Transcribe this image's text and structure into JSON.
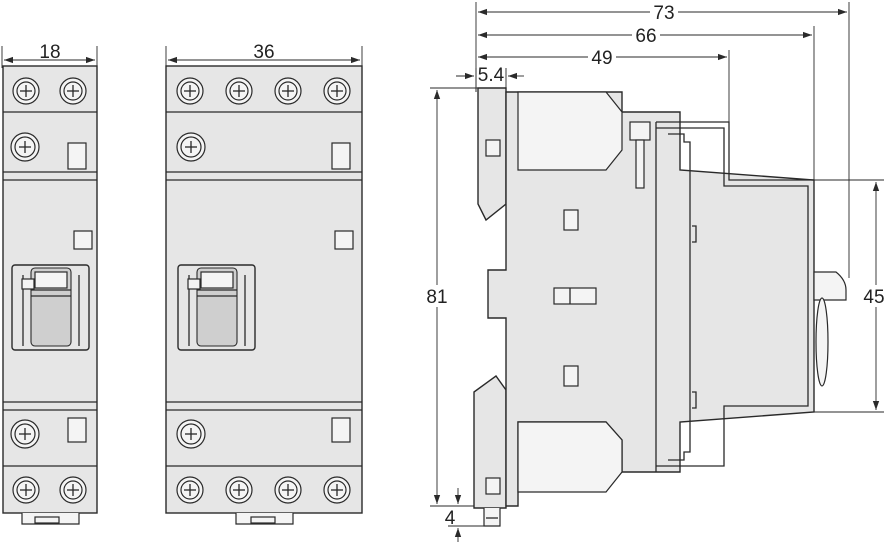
{
  "diagram": {
    "views": [
      {
        "name": "front-view-1-module",
        "width_label": "18",
        "terminals_per_row": 2
      },
      {
        "name": "front-view-2-module",
        "width_label": "36",
        "terminals_per_row": 4
      },
      {
        "name": "side-view"
      }
    ],
    "dimensions": {
      "overall_depth": "73",
      "depth_to_shoulder": "66",
      "depth_to_front": "49",
      "rail_clip_width": "5.4",
      "height": "81",
      "front_height": "45",
      "clip_offset": "4"
    },
    "colors": {
      "line": "#2a2a2a",
      "body_fill": "#e6e6e6",
      "light_fill": "#f4f4f4",
      "dark_fill": "#cfcfcf"
    }
  }
}
